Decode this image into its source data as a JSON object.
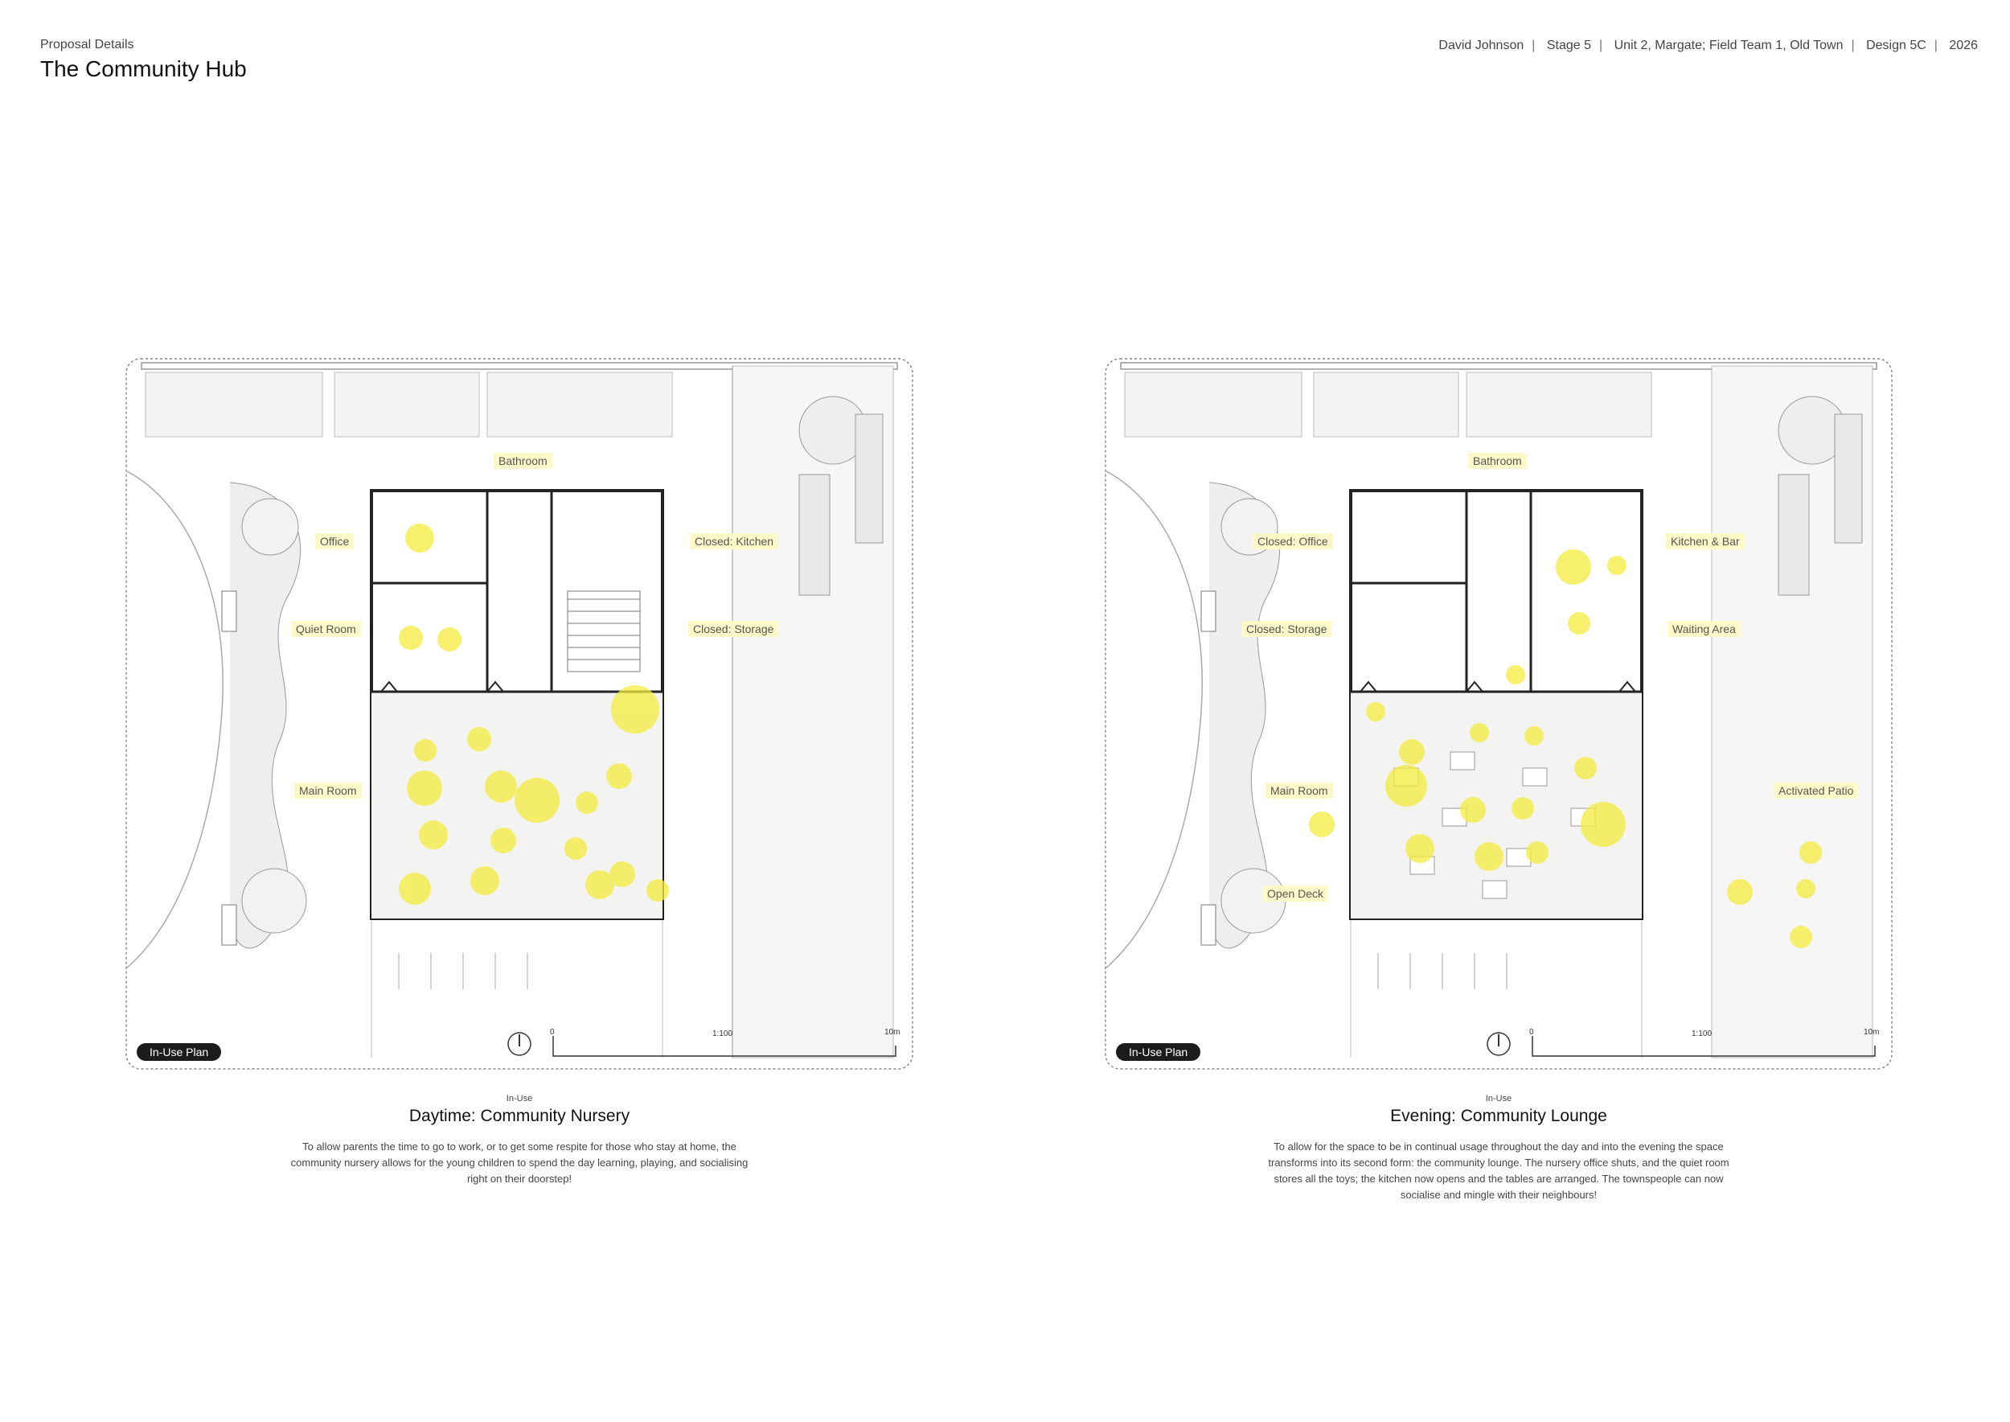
{
  "header": {
    "kicker": "Proposal Details",
    "title": "The Community Hub",
    "meta": [
      "David Johnson",
      "Stage 5",
      "Unit 2, Margate; Field Team 1, Old Town",
      "Design 5C",
      "2026"
    ]
  },
  "panels": [
    {
      "tag": "In-Use Plan",
      "scale": "1:100",
      "scale_start": "0",
      "scale_end": "10m",
      "labels": [
        "Bathroom",
        "Office",
        "Closed: Kitchen",
        "Quiet Room",
        "Closed: Storage",
        "Main Room"
      ],
      "caption": {
        "small": "In-Use",
        "title": "Daytime: Community Nursery",
        "text": "To allow parents the time to go to work, or to get some respite for those who stay at home, the community nursery allows for the young children to spend the day learning, playing, and socialising right on their doorstep!"
      }
    },
    {
      "tag": "In-Use Plan",
      "scale": "1:100",
      "scale_start": "0",
      "scale_end": "10m",
      "labels": [
        "Bathroom",
        "Closed: Office",
        "Kitchen & Bar",
        "Closed: Storage",
        "Waiting Area",
        "Main Room",
        "Activated Patio",
        "Open Deck"
      ],
      "caption": {
        "small": "In-Use",
        "title": "Evening: Community Lounge",
        "text": "To allow for the space to be in continual usage throughout the day and into the evening the space transforms into its second form: the community lounge. The nursery office shuts, and the quiet room stores all the toys; the kitchen now opens and the tables are arranged. The townspeople can now socialise and mingle with their neighbours!"
      }
    }
  ],
  "colors": {
    "highlight": "#f4ec3c",
    "label_bg": "#fdf9c8",
    "line": "#555555",
    "pill": "#1c1c1c"
  }
}
